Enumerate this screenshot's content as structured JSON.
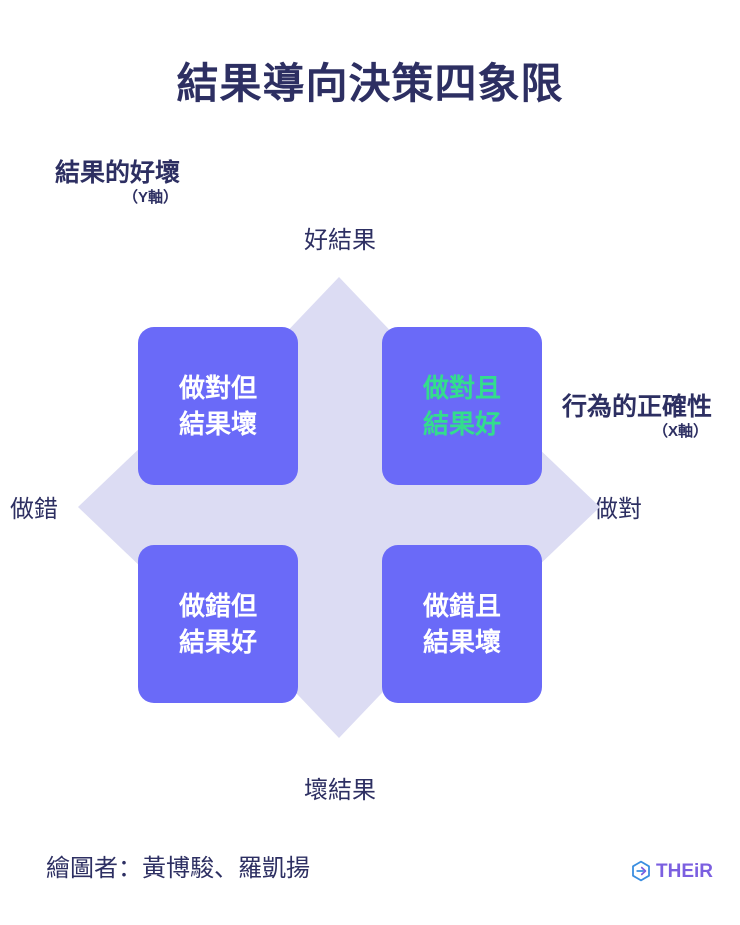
{
  "page": {
    "title": "結果導向決策四象限",
    "background_color": "#ffffff",
    "ink_color": "#2d2f62"
  },
  "axes": {
    "y": {
      "name": "結果的好壞",
      "sub": "（Y軸）",
      "positive_label": "好結果",
      "negative_label": "壞結果"
    },
    "x": {
      "name": "行為的正確性",
      "sub": "（X軸）",
      "positive_label": "做對",
      "negative_label": "做錯"
    }
  },
  "chart_data": {
    "type": "table",
    "title": "結果導向決策四象限",
    "xlabel": "行為的正確性（X軸）",
    "ylabel": "結果的好壞（Y軸）",
    "x_axis_ticks": [
      "做錯",
      "做對"
    ],
    "y_axis_ticks": [
      "壞結果",
      "好結果"
    ],
    "legend": [],
    "grid": false,
    "quadrants": [
      {
        "id": "top-left",
        "x": "做錯",
        "y": "好結果",
        "lines": [
          "做對但",
          "結果壞"
        ],
        "fill": "#6a6af8",
        "text_color": "#ffffff",
        "highlighted": false
      },
      {
        "id": "top-right",
        "x": "做對",
        "y": "好結果",
        "lines": [
          "做對且",
          "結果好"
        ],
        "fill": "#6a6af8",
        "text_color": "#33dd8d",
        "highlighted": true
      },
      {
        "id": "bottom-left",
        "x": "做錯",
        "y": "壞結果",
        "lines": [
          "做錯但",
          "結果好"
        ],
        "fill": "#6a6af8",
        "text_color": "#ffffff",
        "highlighted": false
      },
      {
        "id": "bottom-right",
        "x": "做對",
        "y": "壞結果",
        "lines": [
          "做錯且",
          "結果壞"
        ],
        "fill": "#6a6af8",
        "text_color": "#ffffff",
        "highlighted": false
      }
    ],
    "cross_color": "#dcdcf3"
  },
  "quadrants": {
    "top_left": {
      "line1": "做對但",
      "line2": "結果壞"
    },
    "top_right": {
      "line1": "做對且",
      "line2": "結果好"
    },
    "bottom_left": {
      "line1": "做錯但",
      "line2": "結果好"
    },
    "bottom_right": {
      "line1": "做錯且",
      "line2": "結果壞"
    }
  },
  "colors": {
    "box_fill": "#6a6af8",
    "cross_fill": "#dcdcf3",
    "highlight_text": "#33dd8d",
    "box_text": "#ffffff",
    "ink": "#2d2f62",
    "logo_purple": "#7b5fe0",
    "logo_blue": "#3a8ee0"
  },
  "footer": {
    "credit": "繪圖者：黃博駿、羅凱揚",
    "logo_text": "THEiR",
    "logo_icon": "hexagon-arrow-icon"
  }
}
